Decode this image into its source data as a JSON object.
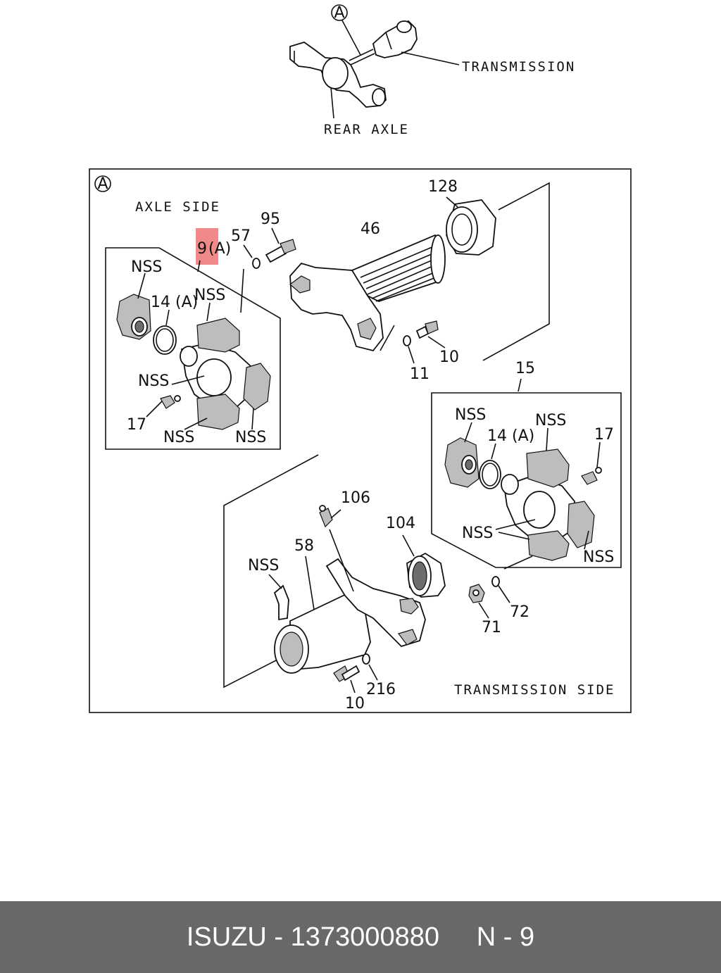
{
  "overview": {
    "callout": "A",
    "transmission_label": "TRANSMISSION",
    "rear_axle_label": "REAR AXLE"
  },
  "detail": {
    "callout": "A",
    "axle_side_label": "AXLE SIDE",
    "transmission_side_label": "TRANSMISSION SIDE",
    "highlight_color": "#f08a8a",
    "part_numbers": {
      "p9a": "9",
      "p9a_suffix": "(A)",
      "p57": "57",
      "p95": "95",
      "p46": "46",
      "p128": "128",
      "p14a_left": "14 (A)",
      "p17_left": "17",
      "p10_upper": "10",
      "p11": "11",
      "p15": "15",
      "p14a_right": "14 (A)",
      "p17_right": "17",
      "p106": "106",
      "p104": "104",
      "p58": "58",
      "p72": "72",
      "p71": "71",
      "p216": "216",
      "p10_lower": "10"
    },
    "nss": "NSS"
  },
  "footer": {
    "brand": "ISUZU",
    "separator": " - ",
    "part_number": "1373000880",
    "page_ref": "N - 9"
  }
}
